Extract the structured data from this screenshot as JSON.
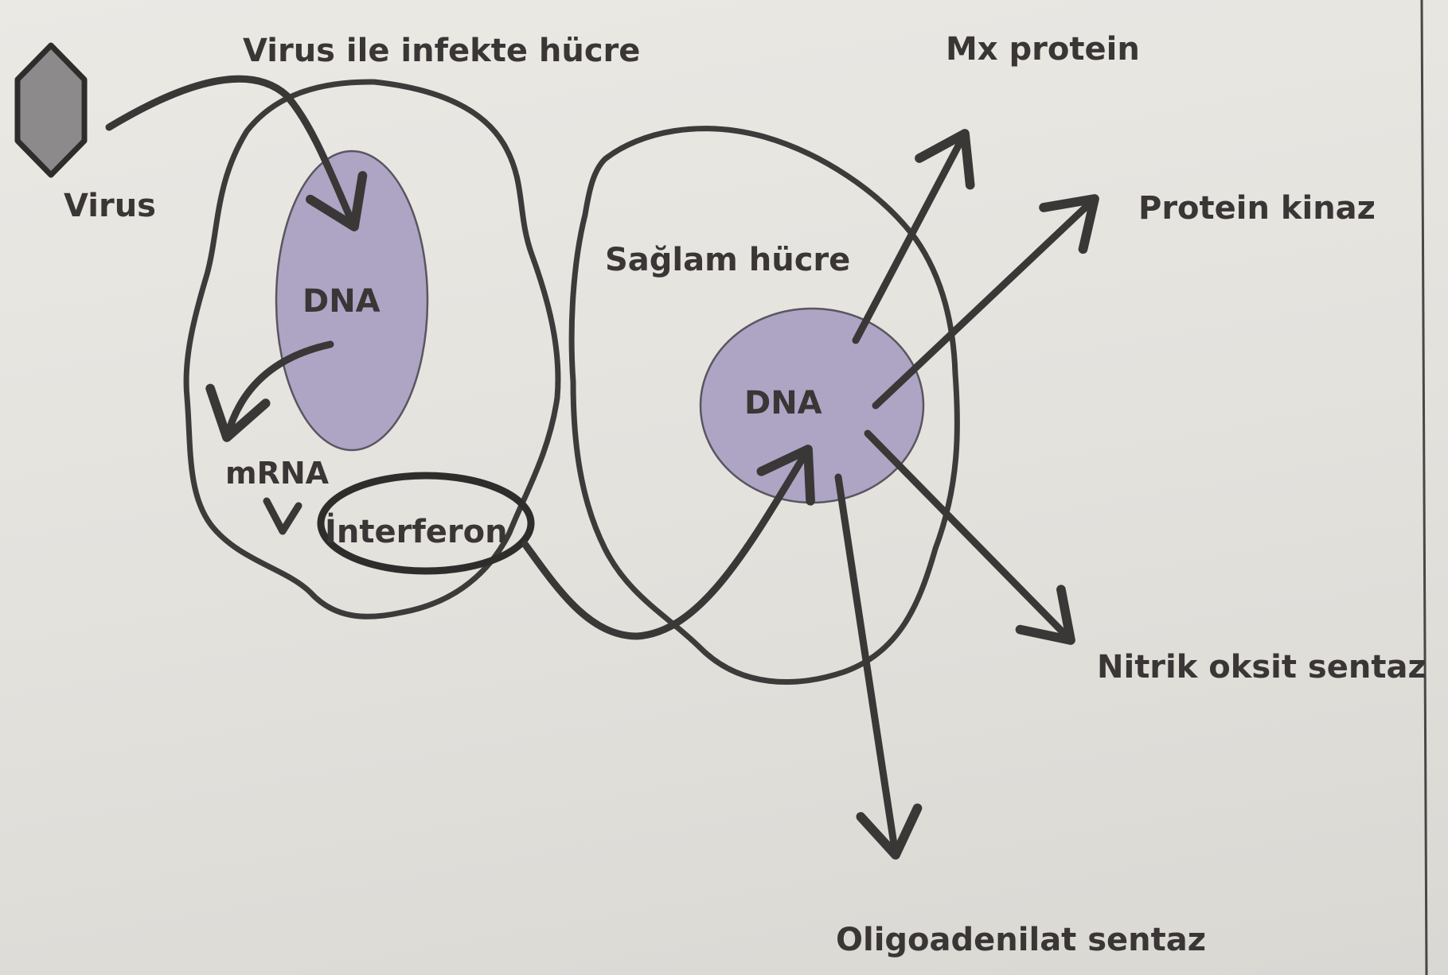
{
  "labels": {
    "virus": "Virus",
    "infected_cell": "Virus ile infekte hücre",
    "dna_infected": "DNA",
    "mrna": "mRNA",
    "interferon": "İnterferon",
    "healthy_cell": "Sağlam hücre",
    "dna_healthy": "DNA",
    "mx_protein": "Mx protein",
    "protein_kinase": "Protein kinaz",
    "nitric_oxide": "Nitrik oksit sentaz",
    "oligoadenylate": "Oligoadenilat sentaz"
  },
  "colors": {
    "nucleus_fill": "#aea4c4",
    "virus_fill": "#8c8a8a",
    "ink": "#3a3737",
    "background": "#e4e2dd"
  }
}
